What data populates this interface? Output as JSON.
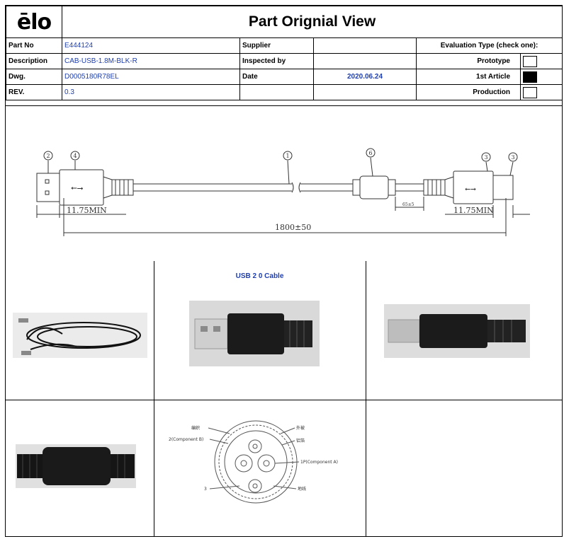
{
  "header": {
    "logo": "ēlo",
    "title": "Part Orignial View",
    "part_no_label": "Part No",
    "part_no": "E444124",
    "supplier_label": "Supplier",
    "supplier": "",
    "eval_label": "Evaluation Type (check one):",
    "description_label": "Description",
    "description": "CAB-USB-1.8M-BLK-R",
    "inspected_label": "Inspected by",
    "inspected": "",
    "prototype_label": "Prototype",
    "dwg_label": "Dwg.",
    "dwg": "D0005180R78EL",
    "date_label": "Date",
    "date": "2020.06.24",
    "first_article_label": "1st Article",
    "rev_label": "REV.",
    "rev": "0.3",
    "production_label": "Production"
  },
  "drawing": {
    "callouts": [
      "2",
      "4",
      "1",
      "6",
      "3",
      "3"
    ],
    "dim_left": "11.75MIN",
    "dim_right": "11.75MIN",
    "dim_total": "1800±50",
    "dim_small": "65±5"
  },
  "gallery": {
    "caption": "USB 2 0 Cable"
  },
  "cross_section": {
    "labels": [
      "编织",
      "外被",
      "2(Component B)",
      "铝箔",
      "1P(Component A)",
      "3",
      "地线"
    ]
  }
}
